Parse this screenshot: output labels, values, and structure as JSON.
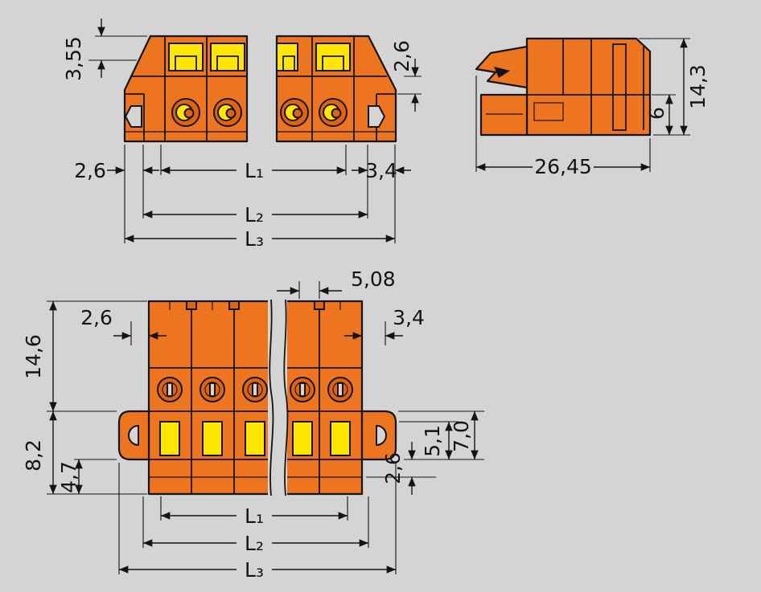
{
  "figure": {
    "background": "#d4d4d4",
    "colors": {
      "housing_orange": "#ee7520",
      "housing_shade": "#e06410",
      "detail_yellow": "#ffe600",
      "line_black": "#141414"
    }
  },
  "views": {
    "front": {
      "dims": {
        "d355": "3,55",
        "d26_left": "2,6",
        "l1": "L₁",
        "d34": "3,4",
        "d26_right": "2,6",
        "l2": "L₂",
        "l3": "L₃"
      }
    },
    "side": {
      "dims": {
        "w2645": "26,45",
        "h143": "14,3",
        "h6": "6"
      }
    },
    "bottom": {
      "dims": {
        "p508": "5,08",
        "d26_left": "2,6",
        "d34_right": "3,4",
        "h146": "14,6",
        "h82": "8,2",
        "h47": "4,7",
        "h51": "5,1",
        "h70": "7,0",
        "h26_right": "2,6",
        "l1": "L₁",
        "l2": "L₂",
        "l3": "L₃"
      }
    }
  }
}
